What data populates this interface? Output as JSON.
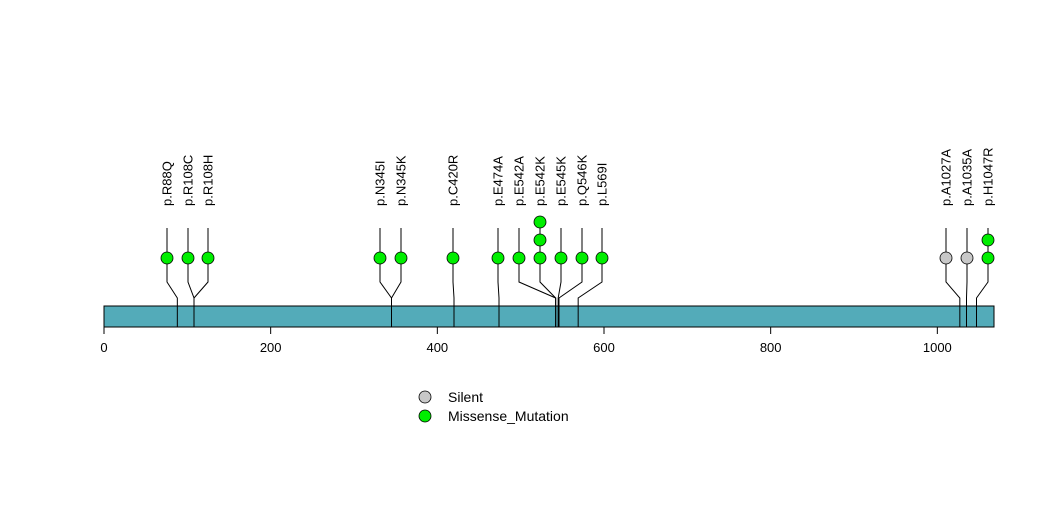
{
  "chart_data": {
    "type": "lollipop",
    "title": "",
    "protein_length": 1068,
    "bar_color": "#53ABB9",
    "xlim": [
      0,
      1068
    ],
    "x_ticks": [
      0,
      200,
      400,
      600,
      800,
      1000
    ],
    "x_tick_labels": [
      "0",
      "200",
      "400",
      "600",
      "800",
      "1000"
    ],
    "mutation_types": {
      "Silent": "#C8C8C8",
      "Missense_Mutation": "#00EE00"
    },
    "legend": {
      "placement": "bottom-center",
      "entries": [
        {
          "label": "Silent",
          "color": "#C8C8C8"
        },
        {
          "label": "Missense_Mutation",
          "color": "#00EE00"
        }
      ]
    },
    "mutations": [
      {
        "label": "p.R88Q",
        "position": 88,
        "type": "Missense_Mutation",
        "count": 1
      },
      {
        "label": "p.R108C",
        "position": 108,
        "type": "Missense_Mutation",
        "count": 1
      },
      {
        "label": "p.R108H",
        "position": 108,
        "type": "Missense_Mutation",
        "count": 1
      },
      {
        "label": "p.N345I",
        "position": 345,
        "type": "Missense_Mutation",
        "count": 1
      },
      {
        "label": "p.N345K",
        "position": 345,
        "type": "Missense_Mutation",
        "count": 1
      },
      {
        "label": "p.C420R",
        "position": 420,
        "type": "Missense_Mutation",
        "count": 1
      },
      {
        "label": "p.E474A",
        "position": 474,
        "type": "Missense_Mutation",
        "count": 1
      },
      {
        "label": "p.E542A",
        "position": 542,
        "type": "Missense_Mutation",
        "count": 1
      },
      {
        "label": "p.E542K",
        "position": 542,
        "type": "Missense_Mutation",
        "count": 3
      },
      {
        "label": "p.E545K",
        "position": 545,
        "type": "Missense_Mutation",
        "count": 1
      },
      {
        "label": "p.Q546K",
        "position": 546,
        "type": "Missense_Mutation",
        "count": 1
      },
      {
        "label": "p.L569I",
        "position": 569,
        "type": "Missense_Mutation",
        "count": 1
      },
      {
        "label": "p.A1027A",
        "position": 1027,
        "type": "Silent",
        "count": 1
      },
      {
        "label": "p.A1035A",
        "position": 1035,
        "type": "Silent",
        "count": 1
      },
      {
        "label": "p.H1047R",
        "position": 1047,
        "type": "Missense_Mutation",
        "count": 2
      }
    ]
  }
}
